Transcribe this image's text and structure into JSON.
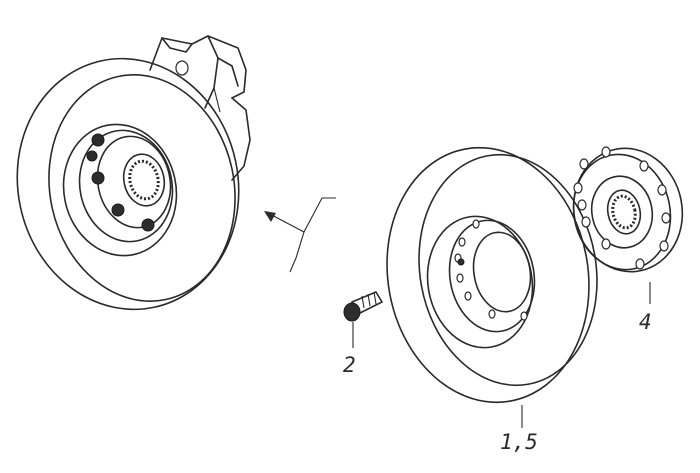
{
  "callouts": {
    "bolt": "2",
    "flange": "4",
    "disc": "1,5"
  }
}
